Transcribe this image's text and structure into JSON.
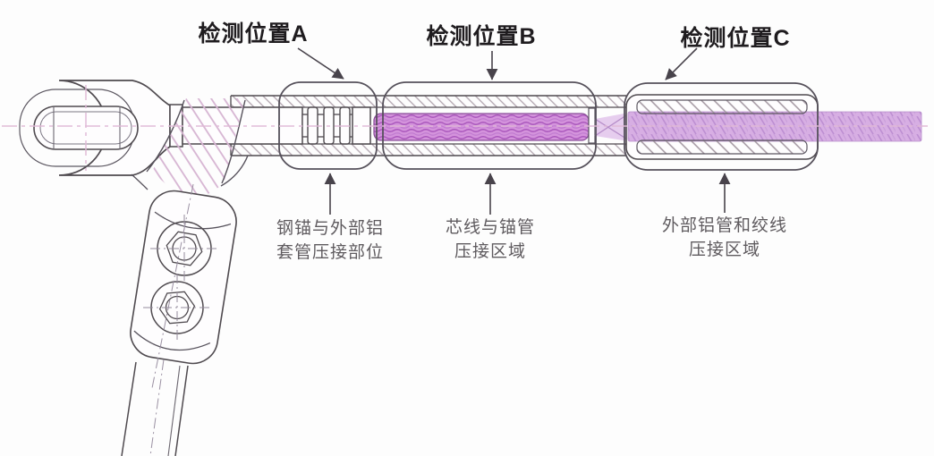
{
  "diagram": {
    "title_labels": [
      {
        "id": "A",
        "text": "检测位置A"
      },
      {
        "id": "B",
        "text": "检测位置B"
      },
      {
        "id": "C",
        "text": "检测位置C"
      }
    ],
    "region_labels": [
      {
        "id": "A",
        "line1": "钢锚与外部铝",
        "line2": "套管压接部位"
      },
      {
        "id": "B",
        "line1": "芯线与锚管",
        "line2": "压接区域"
      },
      {
        "id": "C",
        "line1": "外部铝管和绞线",
        "line2": "压接区域"
      }
    ],
    "colors": {
      "outline": "#4f4a4f",
      "core_wire": "#d493dc",
      "conductor": "#d7aee3",
      "center_line": "#e0b9d6",
      "hatch": "#b1a4ae",
      "title_text": "#1f1c1f",
      "label_text": "#5f5b5f",
      "background": "#fdfdfd"
    }
  }
}
